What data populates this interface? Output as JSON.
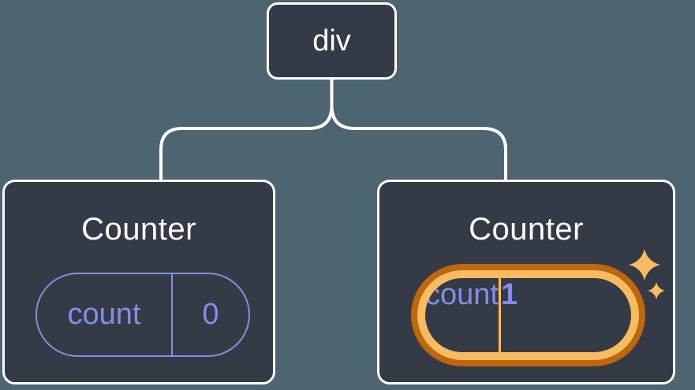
{
  "diagram": {
    "description": "React component tree: a div root with two Counter children; the second Counter's count state changed to 1 (highlighted)",
    "root": {
      "label": "div"
    },
    "children": [
      {
        "title": "Counter",
        "state": {
          "key": "count",
          "value": "0"
        },
        "highlighted": false
      },
      {
        "title": "Counter",
        "state": {
          "key": "count",
          "value": "1"
        },
        "highlighted": true
      }
    ]
  },
  "icons": {
    "sparkles": "✦✦ two four-pointed stars marking updated state"
  },
  "colors": {
    "background": "#4D6571",
    "node_fill": "#343A46",
    "node_border": "#FFFFFF",
    "connector": "#FFFFFF",
    "title_text": "#FFFFFF",
    "state_purple": "#868CE8",
    "highlight_orange_dark": "#BE670F",
    "highlight_orange_light": "#F8BB5F"
  }
}
